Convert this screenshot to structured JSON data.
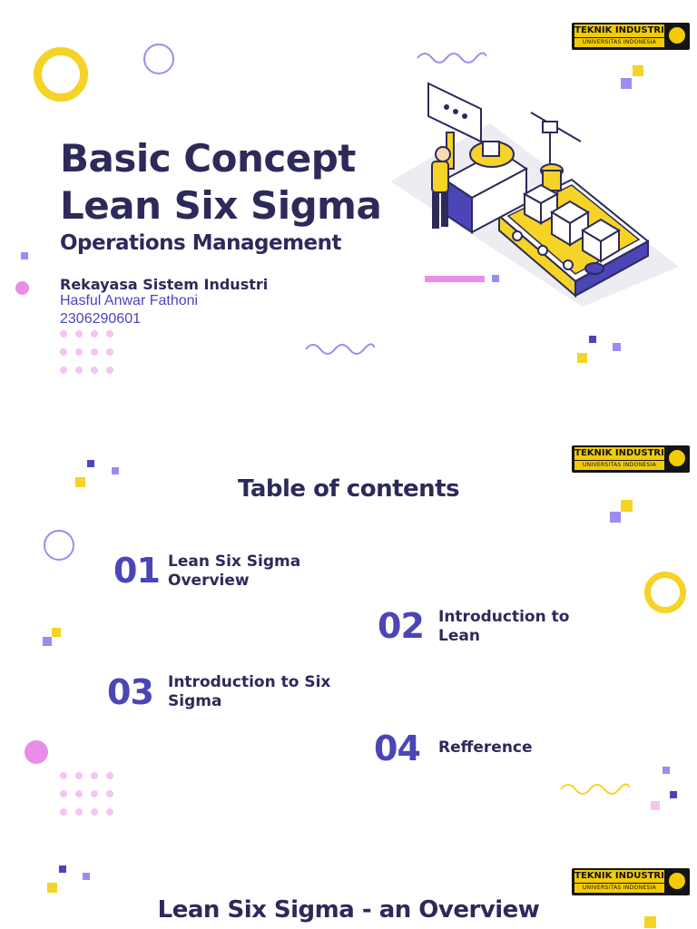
{
  "logo": {
    "line1": "TEKNIK INDUSTRI",
    "line2": "UNIVERSITAS INDONESIA"
  },
  "slide1": {
    "title_line1": "Basic Concept",
    "title_line2": "Lean Six Sigma",
    "subtitle": "Operations Management",
    "department": "Rekayasa Sistem Industri",
    "author": "Hasful Anwar Fathoni",
    "student_id": "2306290601"
  },
  "slide2": {
    "title": "Table of contents",
    "items": [
      {
        "num": "01",
        "label": "Lean Six Sigma Overview"
      },
      {
        "num": "02",
        "label": "Introduction to Lean"
      },
      {
        "num": "03",
        "label": "Introduction to Six Sigma"
      },
      {
        "num": "04",
        "label": "Refference"
      }
    ]
  },
  "slide3": {
    "title": "Lean Six Sigma - an Overview"
  },
  "colors": {
    "navy": "#2d2a5a",
    "indigo": "#4b45b8",
    "yellow": "#f5d327",
    "lavender": "#9b8cf0",
    "pink": "#e98de8"
  },
  "icons": [
    "teknik-industri-logo",
    "factory-conveyor-illustration",
    "ring-decoration",
    "squiggle-decoration"
  ]
}
